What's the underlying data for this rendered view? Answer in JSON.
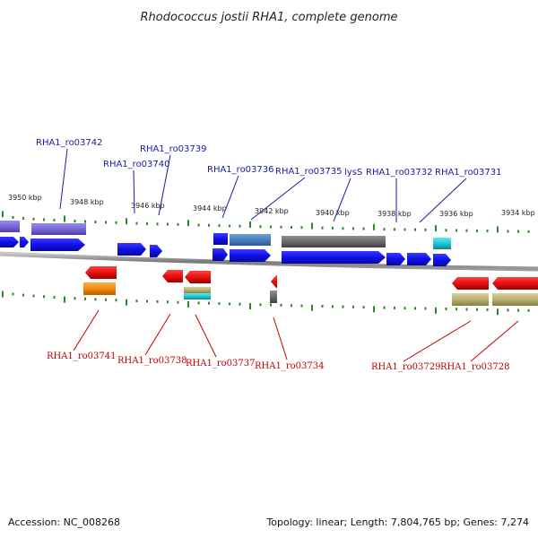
{
  "title": "Rhodococcus jostii RHA1, complete genome",
  "accession": "Accession: NC_008268",
  "topology": "Topology: linear; Length: 7,804,765 bp; Genes: 7,274",
  "ruler_top": [
    "3950 kbp",
    "3948 kbp",
    "3946 kbp",
    "3944 kbp",
    "3942 kbp",
    "3940 kbp",
    "3938 kbp",
    "3936 kbp",
    "3934 kbp"
  ],
  "labels_top": [
    "RHA1_ro03742",
    "RHA1_ro03739",
    "RHA1_ro03740",
    "RHA1_ro03736",
    "RHA1_ro03735",
    "lysS",
    "RHA1_ro03732",
    "RHA1_ro03731"
  ],
  "labels_bottom": [
    "RHA1_ro03741",
    "RHA1_ro03738",
    "RHA1_ro03737",
    "RHA1_ro03734",
    "RHA1_ro03729",
    "RHA1_ro03728"
  ],
  "colors": {
    "backbone": "#8a8a8a",
    "cds": "#1010e8",
    "cds_rev": "#e81010",
    "purple": "#7a68d8",
    "steel": "#4a7fc0",
    "gray": "#707070",
    "cyan": "#20c8d0",
    "orange": "#f08a10",
    "olive": "#b8b070",
    "tick": "#2a8a2a"
  }
}
